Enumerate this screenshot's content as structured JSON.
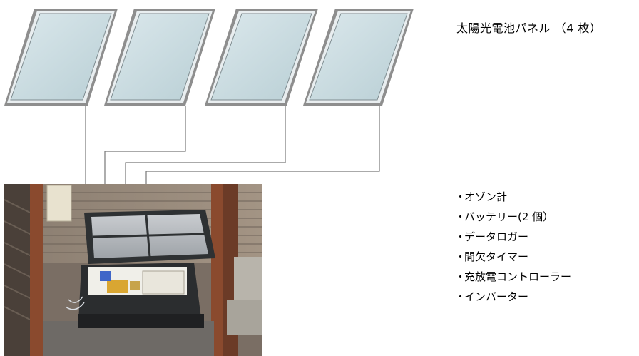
{
  "diagram": {
    "panel_label": "太陽光電池パネル （4 枚）",
    "components": [
      "オゾン計",
      "バッテリー(2 個）",
      "データロガー",
      "間欠タイマー",
      "充放電コントローラー",
      "インバーター"
    ],
    "panel_count": 4,
    "colors": {
      "panel_glass": "#c6d9de",
      "panel_frame": "#9a9a9a",
      "wire": "#777777"
    }
  }
}
